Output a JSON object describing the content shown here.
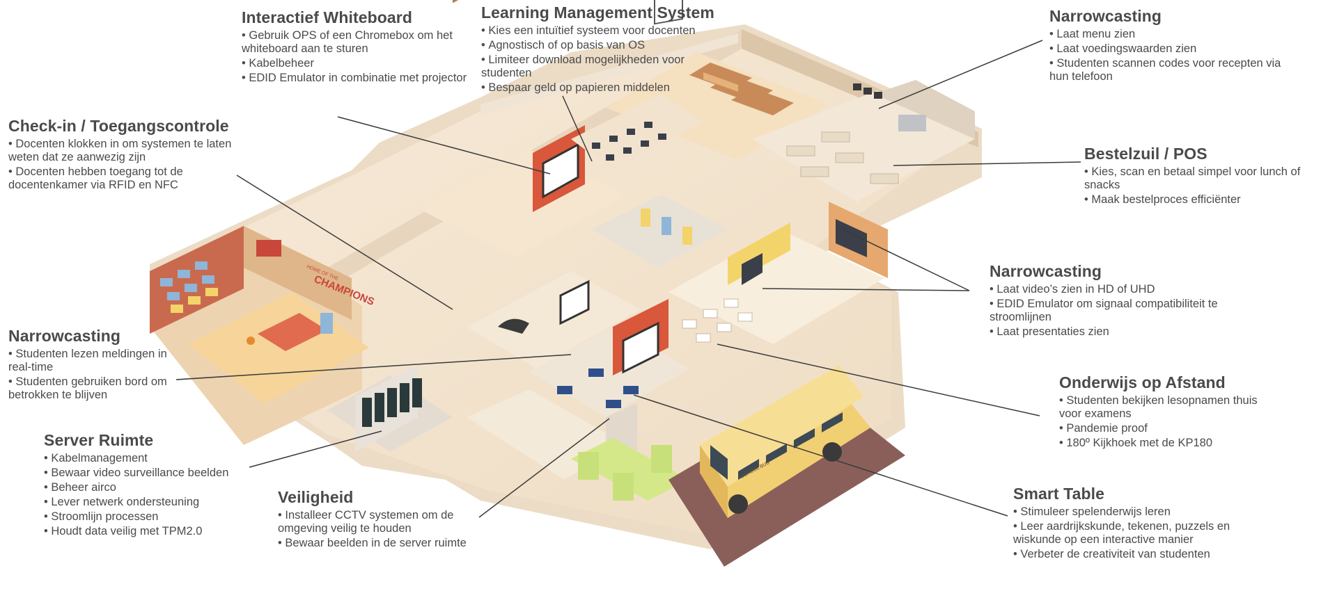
{
  "callouts": {
    "whiteboard": {
      "title": "Interactief Whiteboard",
      "items": [
        "Gebruik OPS of een Chromebox om het whiteboard aan te sturen",
        "Kabelbeheer",
        "EDID Emulator in combinatie met projector"
      ]
    },
    "lms": {
      "title": "Learning Management System",
      "items": [
        "Kies een intuïtief systeem voor docenten",
        "Agnostisch of op basis van OS",
        "Limiteer download mogelijkheden voor studenten",
        "Bespaar geld op papieren middelen"
      ]
    },
    "narrow_top": {
      "title": "Narrowcasting",
      "items": [
        "Laat menu zien",
        "Laat voedingswaarden zien",
        "Studenten scannen codes voor recepten via hun telefoon"
      ]
    },
    "checkin": {
      "title": "Check-in / Toegangscontrole",
      "items": [
        "Docenten klokken in om systemen te laten weten dat ze aanwezig zijn",
        "Docenten hebben toegang tot de docentenkamer via RFID en NFC"
      ]
    },
    "pos": {
      "title": "Bestelzuil / POS",
      "items": [
        "Kies, scan en betaal simpel voor lunch of snacks",
        "Maak bestelproces efficiënter"
      ]
    },
    "narrow_mid": {
      "title": "Narrowcasting",
      "items": [
        "Laat video’s zien in HD of UHD",
        "EDID Emulator om signaal compatibiliteit te stroomlijnen",
        "Laat presentaties zien"
      ]
    },
    "narrow_left": {
      "title": "Narrowcasting",
      "items": [
        "Studenten lezen meldingen in real-time",
        "Studenten gebruiken bord om betrokken te blijven"
      ]
    },
    "afstand": {
      "title": "Onderwijs op Afstand",
      "items": [
        "Studenten bekijken lesopnamen thuis voor examens",
        "Pandemie proof",
        "180º Kijkhoek met de KP180"
      ]
    },
    "server": {
      "title": "Server Ruimte",
      "items": [
        "Kabelmanagement",
        "Bewaar video surveillance beelden",
        "Beheer airco",
        "Lever netwerk ondersteuning",
        "Stroomlijn processen",
        "Houdt data veilig met TPM2.0"
      ]
    },
    "veiligheid": {
      "title": "Veiligheid",
      "items": [
        "Installeer CCTV systemen om de omgeving veilig te houden",
        "Bewaar beelden in de server ruimte"
      ]
    },
    "smart": {
      "title": "Smart Table",
      "items": [
        "Stimuleer spelenderwijs leren",
        "Leer aardrijkskunde, tekenen, puzzels en wiskunde op een interactive manier",
        "Verbeter de creativiteit van studenten"
      ]
    }
  },
  "illustration": {
    "banner_title": "CHAMPIONS",
    "banner_sub": "HOME OF THE",
    "bus_label": "SCHOOL BUS"
  },
  "colors": {
    "text": "#4a4a4a",
    "floor": "#f3e6d2",
    "wall": "#ede2d3",
    "accent_red": "#d9573a",
    "bus": "#e9c86c"
  }
}
